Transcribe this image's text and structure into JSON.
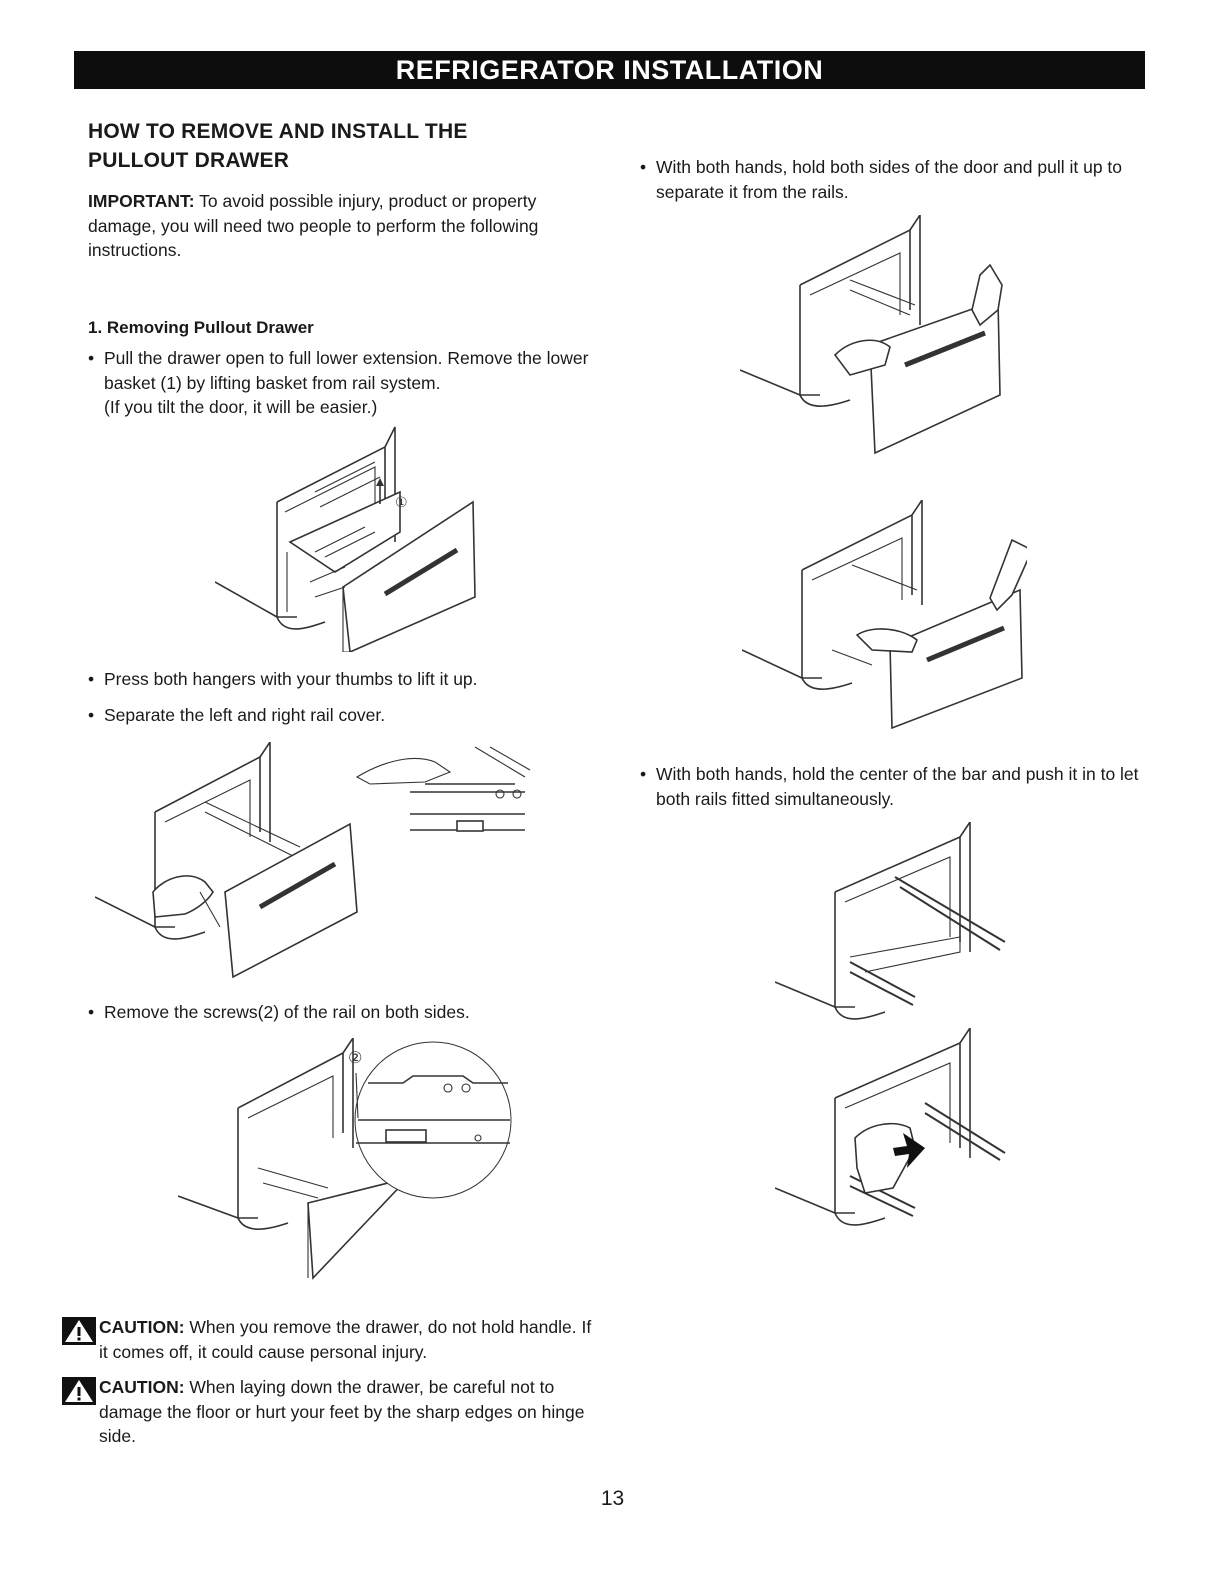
{
  "header": {
    "title": "REFRIGERATOR INSTALLATION"
  },
  "section": {
    "title": "HOW TO REMOVE AND INSTALL THE PULLOUT DRAWER",
    "important_label": "IMPORTANT:",
    "important_text": " To avoid possible injury, product or property damage, you will need two people to perform the following instructions."
  },
  "step1": {
    "title": "1. Removing Pullout Drawer",
    "bullets": [
      "Pull the drawer open to full lower extension. Remove the lower basket (1) by lifting basket from rail system.",
      "Press both hangers with your thumbs to lift it up.",
      "Separate the left and right rail cover.",
      "Remove the screws(2) of the rail on both sides."
    ],
    "note": "(If you tilt the door, it will be easier.)",
    "callout_1": "①",
    "callout_2": "②"
  },
  "right_col": {
    "bullets": [
      "With both hands, hold both sides of the door and pull it up to separate it from the rails.",
      "With both hands, hold the center of the bar and push it in to let both rails fitted simultaneously."
    ]
  },
  "cautions": [
    {
      "label": "CAUTION:",
      "text": " When you remove the drawer, do not hold handle. If it comes off, it could cause personal injury."
    },
    {
      "label": "CAUTION:",
      "text": " When laying down the drawer, be careful not to damage the floor or hurt your feet by the sharp edges on hinge side."
    }
  ],
  "bullet_glyph": "•",
  "page_number": "13",
  "icons": {
    "warning": "warning-triangle-icon"
  },
  "colors": {
    "banner_bg": "#0d0d0d",
    "banner_text": "#ffffff",
    "text": "#1a1a1a"
  }
}
